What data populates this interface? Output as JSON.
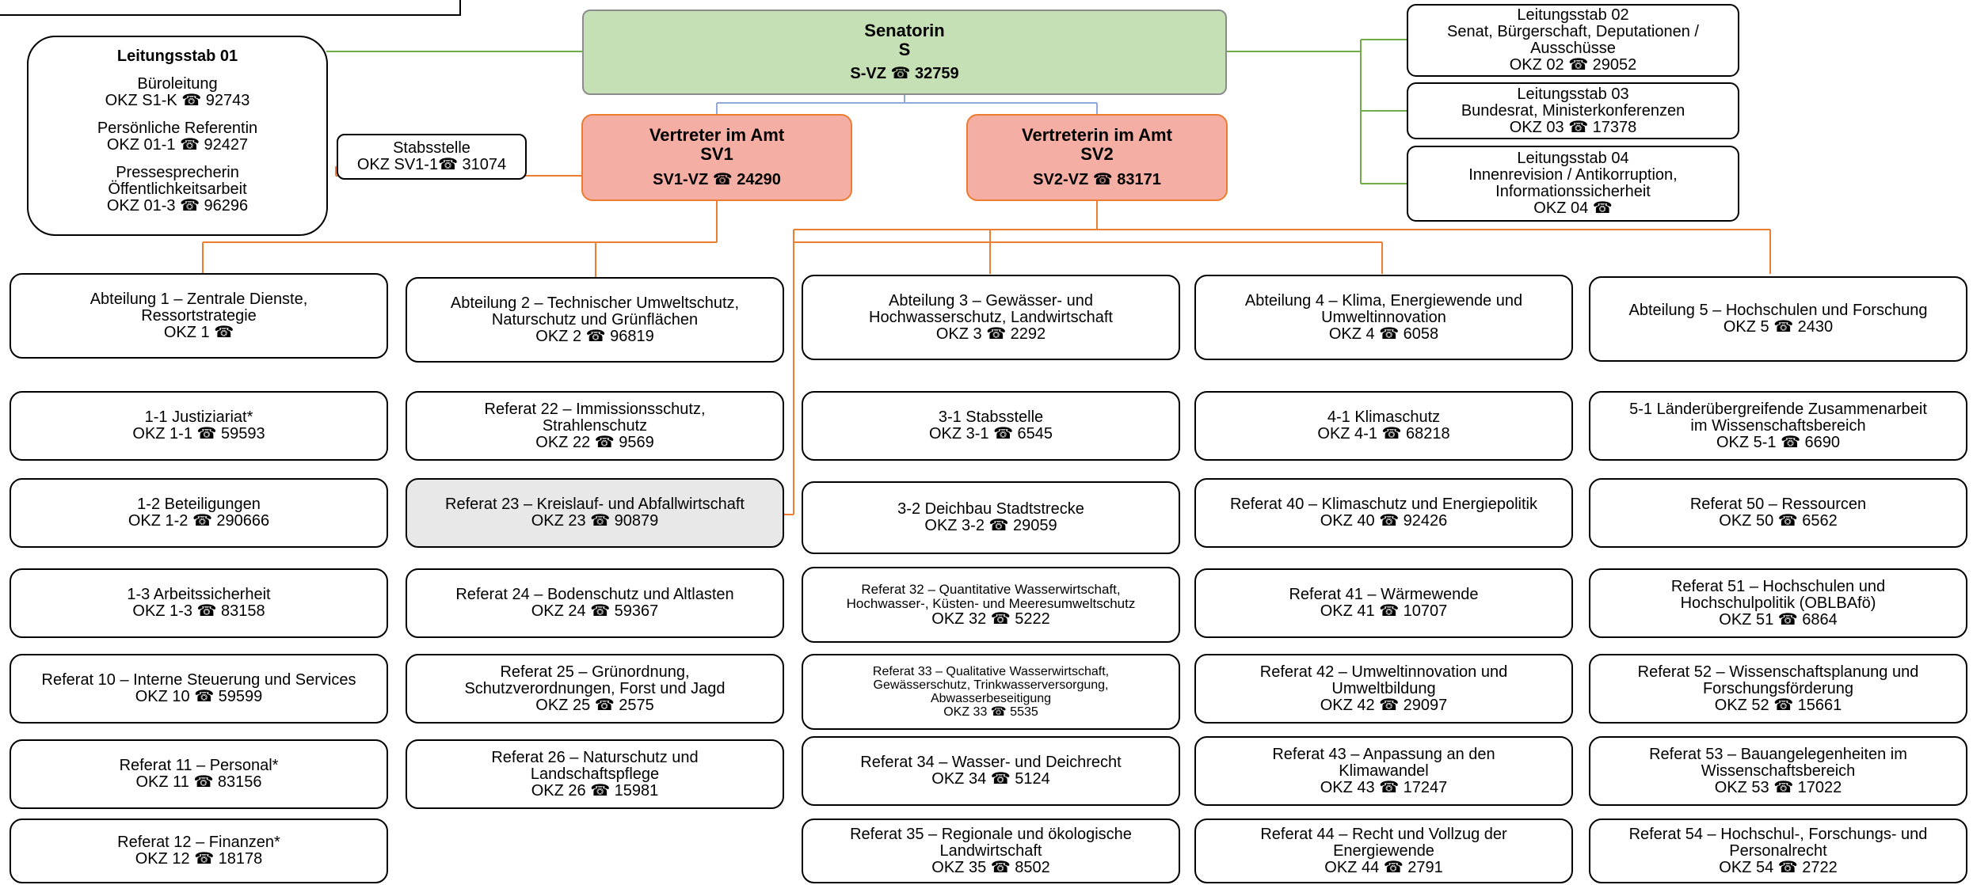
{
  "top": {
    "title": "Senatorin",
    "abbr": "S",
    "phone": "S-VZ ☎ 32759"
  },
  "sv1": {
    "title": "Vertreter im Amt",
    "abbr": "SV1",
    "phone": "SV1-VZ ☎ 24290"
  },
  "sv2": {
    "title": "Vertreterin im Amt",
    "abbr": "SV2",
    "phone": "SV2-VZ ☎ 83171"
  },
  "ls01": {
    "title": "Leitungsstab 01",
    "items": [
      {
        "name": "Büroleitung",
        "phone": "OKZ S1-K ☎ 92743"
      },
      {
        "name": "Persönliche Referentin",
        "phone": "OKZ 01-1 ☎ 92427"
      },
      {
        "name1": "Pressesprecherin",
        "name2": "Öffentlichkeitsarbeit",
        "phone": "OKZ 01-3 ☎ 96296"
      }
    ]
  },
  "stabsstelle": {
    "name": "Stabsstelle",
    "phone": "OKZ SV1-1☎ 31074"
  },
  "ls02": {
    "l1": "Leitungsstab 02",
    "l2": "Senat, Bürgerschaft, Deputationen /",
    "l3": "Ausschüsse",
    "l4": "OKZ 02 ☎ 29052"
  },
  "ls03": {
    "l1": "Leitungsstab 03",
    "l2": "Bundesrat, Ministerkonferenzen",
    "l3": "OKZ 03 ☎ 17378"
  },
  "ls04": {
    "l1": "Leitungsstab 04",
    "l2": "Innenrevision / Antikorruption,",
    "l3": "Informationssicherheit",
    "l4": "OKZ 04 ☎"
  },
  "columns": [
    {
      "head": {
        "lines": [
          "Abteilung 1 – Zentrale Dienste,",
          "Ressortstrategie",
          "OKZ 1 ☎"
        ]
      },
      "items": [
        {
          "lines": [
            "1-1 Justiziariat*",
            "OKZ 1-1 ☎ 59593"
          ]
        },
        {
          "lines": [
            "1-2 Beteiligungen",
            "OKZ 1-2 ☎ 290666"
          ]
        },
        {
          "lines": [
            "1-3 Arbeitssicherheit",
            "OKZ 1-3 ☎ 83158"
          ]
        },
        {
          "lines": [
            "Referat 10 – Interne Steuerung und Services",
            "OKZ 10 ☎ 59599"
          ]
        },
        {
          "lines": [
            "Referat 11 – Personal*",
            "OKZ 11  ☎ 83156"
          ]
        },
        {
          "lines": [
            "Referat 12 – Finanzen*",
            "OKZ 12 ☎ 18178"
          ]
        }
      ]
    },
    {
      "head": {
        "lines": [
          "Abteilung 2 – Technischer Umweltschutz,",
          "Naturschutz und Grünflächen",
          "OKZ 2 ☎ 96819"
        ]
      },
      "items": [
        {
          "lines": [
            "Referat 22 – Immissionsschutz,",
            "Strahlenschutz",
            "OKZ 22 ☎ 9569"
          ]
        },
        {
          "lines": [
            "Referat 23 – Kreislauf- und Abfallwirtschaft",
            "OKZ 23 ☎ 90879"
          ]
        },
        {
          "lines": [
            "Referat 24 – Bodenschutz und Altlasten",
            "OKZ 24 ☎ 59367"
          ]
        },
        {
          "lines": [
            "Referat 25 – Grünordnung,",
            "Schutzverordnungen, Forst und Jagd",
            "OKZ 25 ☎ 2575"
          ]
        },
        {
          "lines": [
            "Referat 26 – Naturschutz und",
            "Landschaftspflege",
            "OKZ 26 ☎ 15981"
          ]
        }
      ]
    },
    {
      "head": {
        "lines": [
          "Abteilung 3 – Gewässer- und",
          "Hochwasserschutz, Landwirtschaft",
          "OKZ 3 ☎ 2292"
        ]
      },
      "items": [
        {
          "lines": [
            "3-1 Stabsstelle",
            "OKZ 3-1 ☎ 6545"
          ]
        },
        {
          "lines": [
            "3-2 Deichbau Stadtstrecke",
            "OKZ 3-2 ☎ 29059"
          ]
        },
        {
          "lines": [
            "Referat 32 – Quantitative Wasserwirtschaft,",
            "Hochwasser-, Küsten- und Meeresumweltschutz",
            "OKZ 32 ☎ 5222"
          ]
        },
        {
          "lines": [
            "Referat 33 – Qualitative Wasserwirtschaft,",
            "Gewässerschutz, Trinkwasserversorgung,",
            "Abwasserbeseitigung",
            "OKZ 33 ☎ 5535"
          ]
        },
        {
          "lines": [
            "Referat 34 – Wasser- und Deichrecht",
            "OKZ 34 ☎ 5124"
          ]
        },
        {
          "lines": [
            "Referat 35 – Regionale und ökologische",
            "Landwirtschaft",
            "OKZ 35 ☎ 8502"
          ]
        }
      ]
    },
    {
      "head": {
        "lines": [
          "Abteilung 4 – Klima, Energiewende und",
          "Umweltinnovation",
          "OKZ 4 ☎ 6058"
        ]
      },
      "items": [
        {
          "lines": [
            "4-1 Klimaschutz",
            "OKZ 4-1 ☎ 68218"
          ]
        },
        {
          "lines": [
            "Referat 40 – Klimaschutz und Energiepolitik",
            "OKZ 40 ☎ 92426"
          ]
        },
        {
          "lines": [
            "Referat 41 – Wärmewende",
            "OKZ 41 ☎ 10707"
          ]
        },
        {
          "lines": [
            "Referat 42 – Umweltinnovation und",
            "Umweltbildung",
            "OKZ 42 ☎ 29097"
          ]
        },
        {
          "lines": [
            "Referat 43 – Anpassung an den",
            "Klimawandel",
            "OKZ 43 ☎ 17247"
          ]
        },
        {
          "lines": [
            "Referat 44 – Recht und Vollzug der",
            "Energiewende",
            "OKZ 44 ☎ 2791"
          ]
        }
      ]
    },
    {
      "head": {
        "lines": [
          "Abteilung 5 – Hochschulen und Forschung",
          "OKZ 5  ☎ 2430"
        ]
      },
      "items": [
        {
          "lines": [
            "5-1 Länderübergreifende Zusammenarbeit",
            "im Wissenschaftsbereich",
            "OKZ 5-1 ☎ 6690"
          ]
        },
        {
          "lines": [
            "Referat 50 – Ressourcen",
            "OKZ 50 ☎ 6562"
          ]
        },
        {
          "lines": [
            "Referat 51 – Hochschulen und",
            "Hochschulpolitik (OBLBAfö)",
            "OKZ 51 ☎ 6864"
          ]
        },
        {
          "lines": [
            "Referat 52 – Wissenschaftsplanung und",
            "Forschungsförderung",
            "OKZ 52 ☎ 15661"
          ]
        },
        {
          "lines": [
            "Referat 53 – Bauangelegenheiten im",
            "Wissenschaftsbereich",
            "OKZ 53 ☎ 17022"
          ]
        },
        {
          "lines": [
            "Referat 54 – Hochschul-, Forschungs- und",
            "Personalrecht",
            "OKZ 54 ☎ 2722"
          ]
        }
      ]
    }
  ]
}
